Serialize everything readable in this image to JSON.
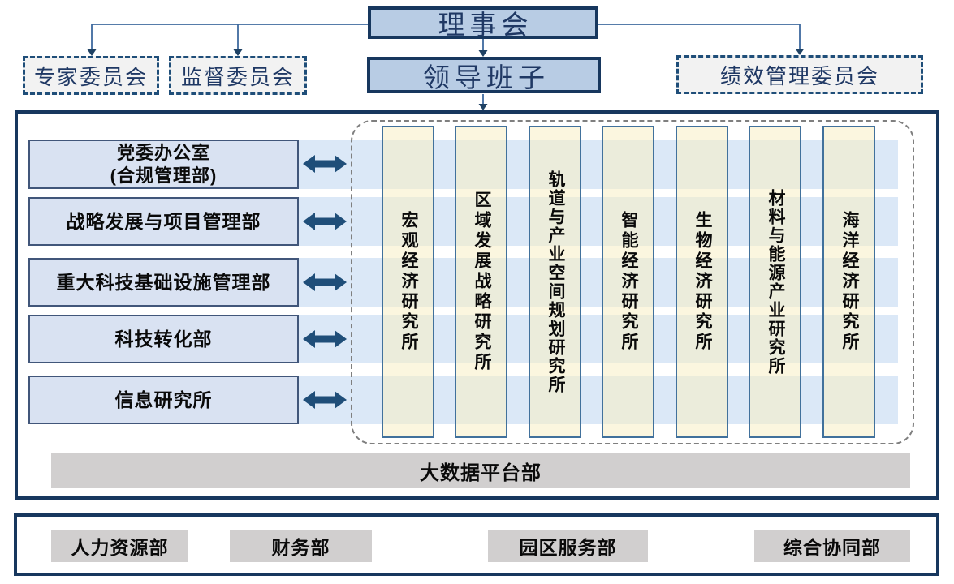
{
  "colors": {
    "frame_navy": "#17375e",
    "title_fill_blue": "#b8cce4",
    "committee_fill_gray": "#f2f2f2",
    "committee_border_navy": "#1f4e79",
    "dept_fill_blue": "#d9e2f2",
    "stripe_light_blue": "#dbe8f7",
    "institute_fill_cream": "#f7eec4",
    "institute_border_blue": "#41719c",
    "gray_bar_fill": "#d1cfcf",
    "connector_blue": "#3e6a9e",
    "double_arrow_navy": "#1f4e79",
    "title_text_navy": "#1f3864"
  },
  "top": {
    "board_label": "理事会",
    "leadership_label": "领导班子",
    "committees": [
      {
        "label": "专家委员会"
      },
      {
        "label": "监督委员会"
      },
      {
        "label": "绩效管理委员会"
      }
    ]
  },
  "main": {
    "departments": [
      {
        "label": "党委办公室\n(合规管理部)"
      },
      {
        "label": "战略发展与项目管理部"
      },
      {
        "label": "重大科技基础设施管理部"
      },
      {
        "label": "科技转化部"
      },
      {
        "label": "信息研究所"
      }
    ],
    "institutes": [
      {
        "label": "宏观经济研究所"
      },
      {
        "label": "区域发展战略研究所"
      },
      {
        "label": "轨道与产业空间规划研究所"
      },
      {
        "label": "智能经济研究所"
      },
      {
        "label": "生物经济研究所"
      },
      {
        "label": "材料与能源产业研究所"
      },
      {
        "label": "海洋经济研究所"
      }
    ],
    "platform_label": "大数据平台部"
  },
  "bottom": {
    "departments": [
      {
        "label": "人力资源部"
      },
      {
        "label": "财务部"
      },
      {
        "label": "园区服务部"
      },
      {
        "label": "综合协同部"
      }
    ]
  }
}
